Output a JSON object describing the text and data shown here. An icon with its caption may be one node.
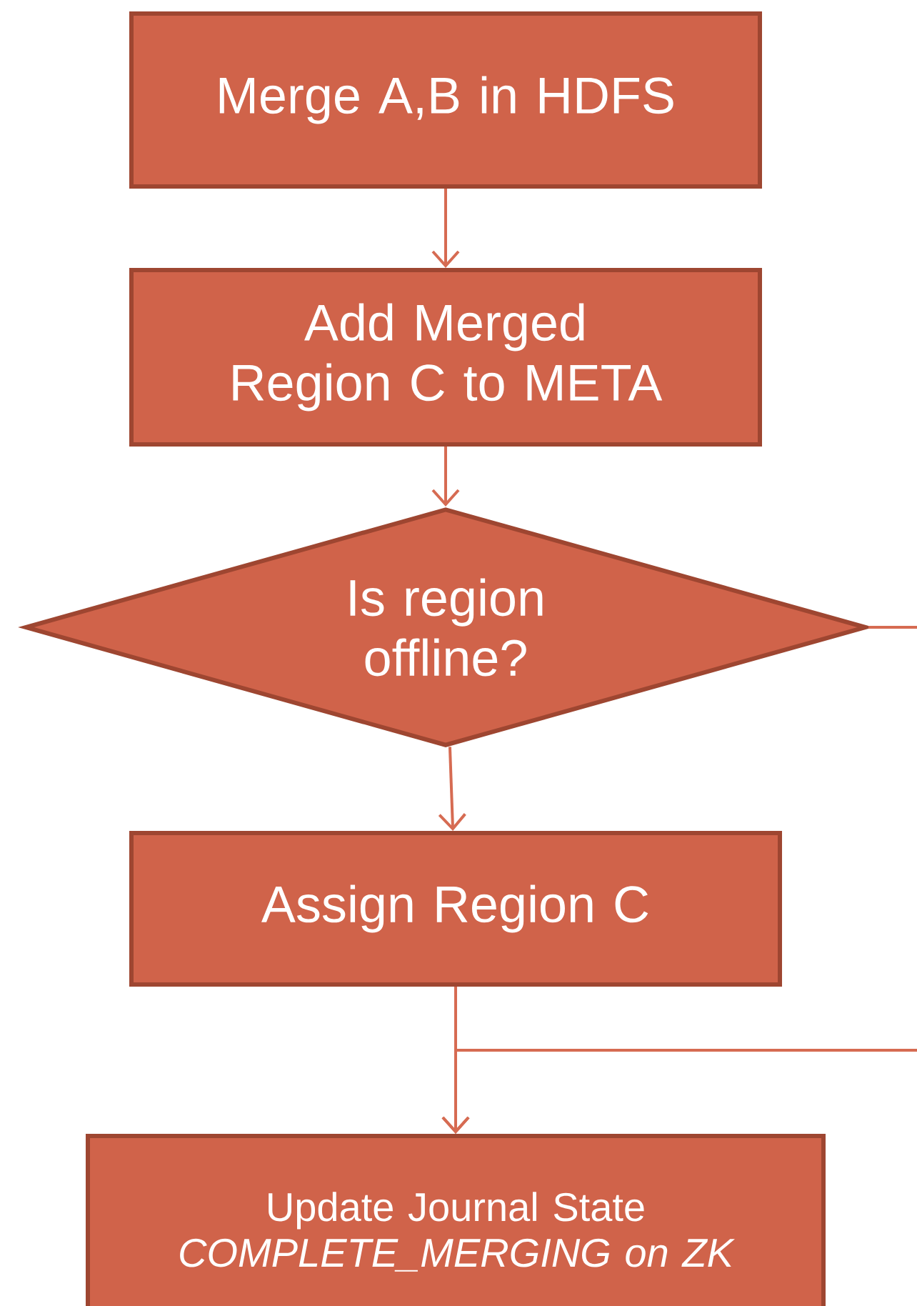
{
  "diagram": {
    "nodes": [
      {
        "text": [
          "Merge A,B in HDFS"
        ]
      },
      {
        "text": [
          "Add Merged Region C to META"
        ]
      },
      {
        "text": [
          "Is region offline?"
        ]
      },
      {
        "text": [
          "Assign Region C"
        ]
      },
      {
        "text": [
          "Update Journal State",
          "COMPLETE_MERGING on ZK"
        ]
      }
    ],
    "edges": [
      {
        "from": 0,
        "to": 1,
        "arrow": "to"
      },
      {
        "from": 1,
        "to": 2,
        "arrow": "to"
      },
      {
        "from": 2,
        "to": 3,
        "arrow": "to"
      },
      {
        "from": 3,
        "to": 4,
        "arrow": "to"
      },
      {
        "from": 2,
        "to": null,
        "arrow": "none"
      },
      {
        "from": null,
        "to": 4,
        "arrow": "to"
      }
    ]
  }
}
